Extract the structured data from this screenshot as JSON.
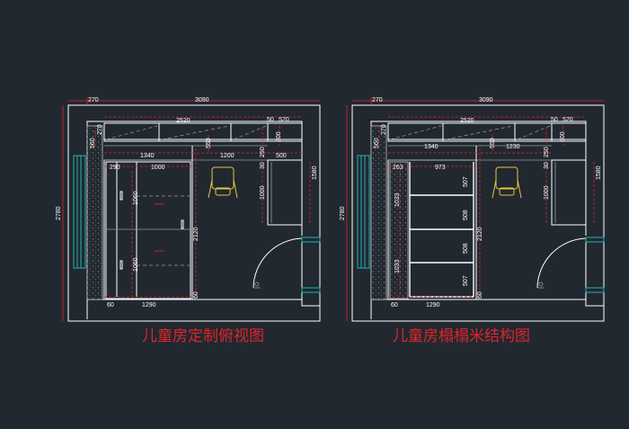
{
  "left_plan": {
    "title": "儿童房定制俯视图",
    "dims": {
      "top_wall": "270",
      "top_width": "3090",
      "wardrobe_top": "2520",
      "top_50": "50",
      "top_520": "520",
      "height_2780": "2780",
      "left_560": "560",
      "left_270": "270",
      "d1340": "1340",
      "d550": "550",
      "d1200": "1200",
      "d250": "250",
      "d300": "300",
      "d30": "30",
      "d500": "500",
      "d1580": "1580",
      "d290": "290",
      "d1000a": "1000",
      "d1000b": "1000",
      "d1060a": "1060",
      "d1060b": "1060",
      "d2120": "2120",
      "d60": "60",
      "d1290": "1290",
      "d60v": "60"
    }
  },
  "right_plan": {
    "title": "儿童房榻榻米结构图",
    "dims": {
      "top_wall": "270",
      "top_width": "3090",
      "wardrobe_top": "2520",
      "top_50": "50",
      "top_520": "520",
      "height_2780": "2780",
      "left_560": "560",
      "left_270": "270",
      "d1340": "1340",
      "d550": "550",
      "d1230": "1230",
      "d250": "250",
      "d300": "300",
      "d30": "30",
      "d1580": "1580",
      "d1000": "1000",
      "d263": "263",
      "d973": "973",
      "d507a": "507",
      "d508a": "508",
      "d508b": "508",
      "d507b": "507",
      "d1033a": "1033",
      "d1033b": "1033",
      "d2120": "2120",
      "d60": "60",
      "d1290": "1290",
      "d60v": "60"
    }
  },
  "colors": {
    "background": "#212830",
    "wall": "#ffffff",
    "dimension": "#e0242a",
    "window": "#1fb5b0",
    "chair": "#e8c640"
  },
  "icons": {
    "chair": "chair-icon",
    "door_swing": "door-swing-icon"
  }
}
